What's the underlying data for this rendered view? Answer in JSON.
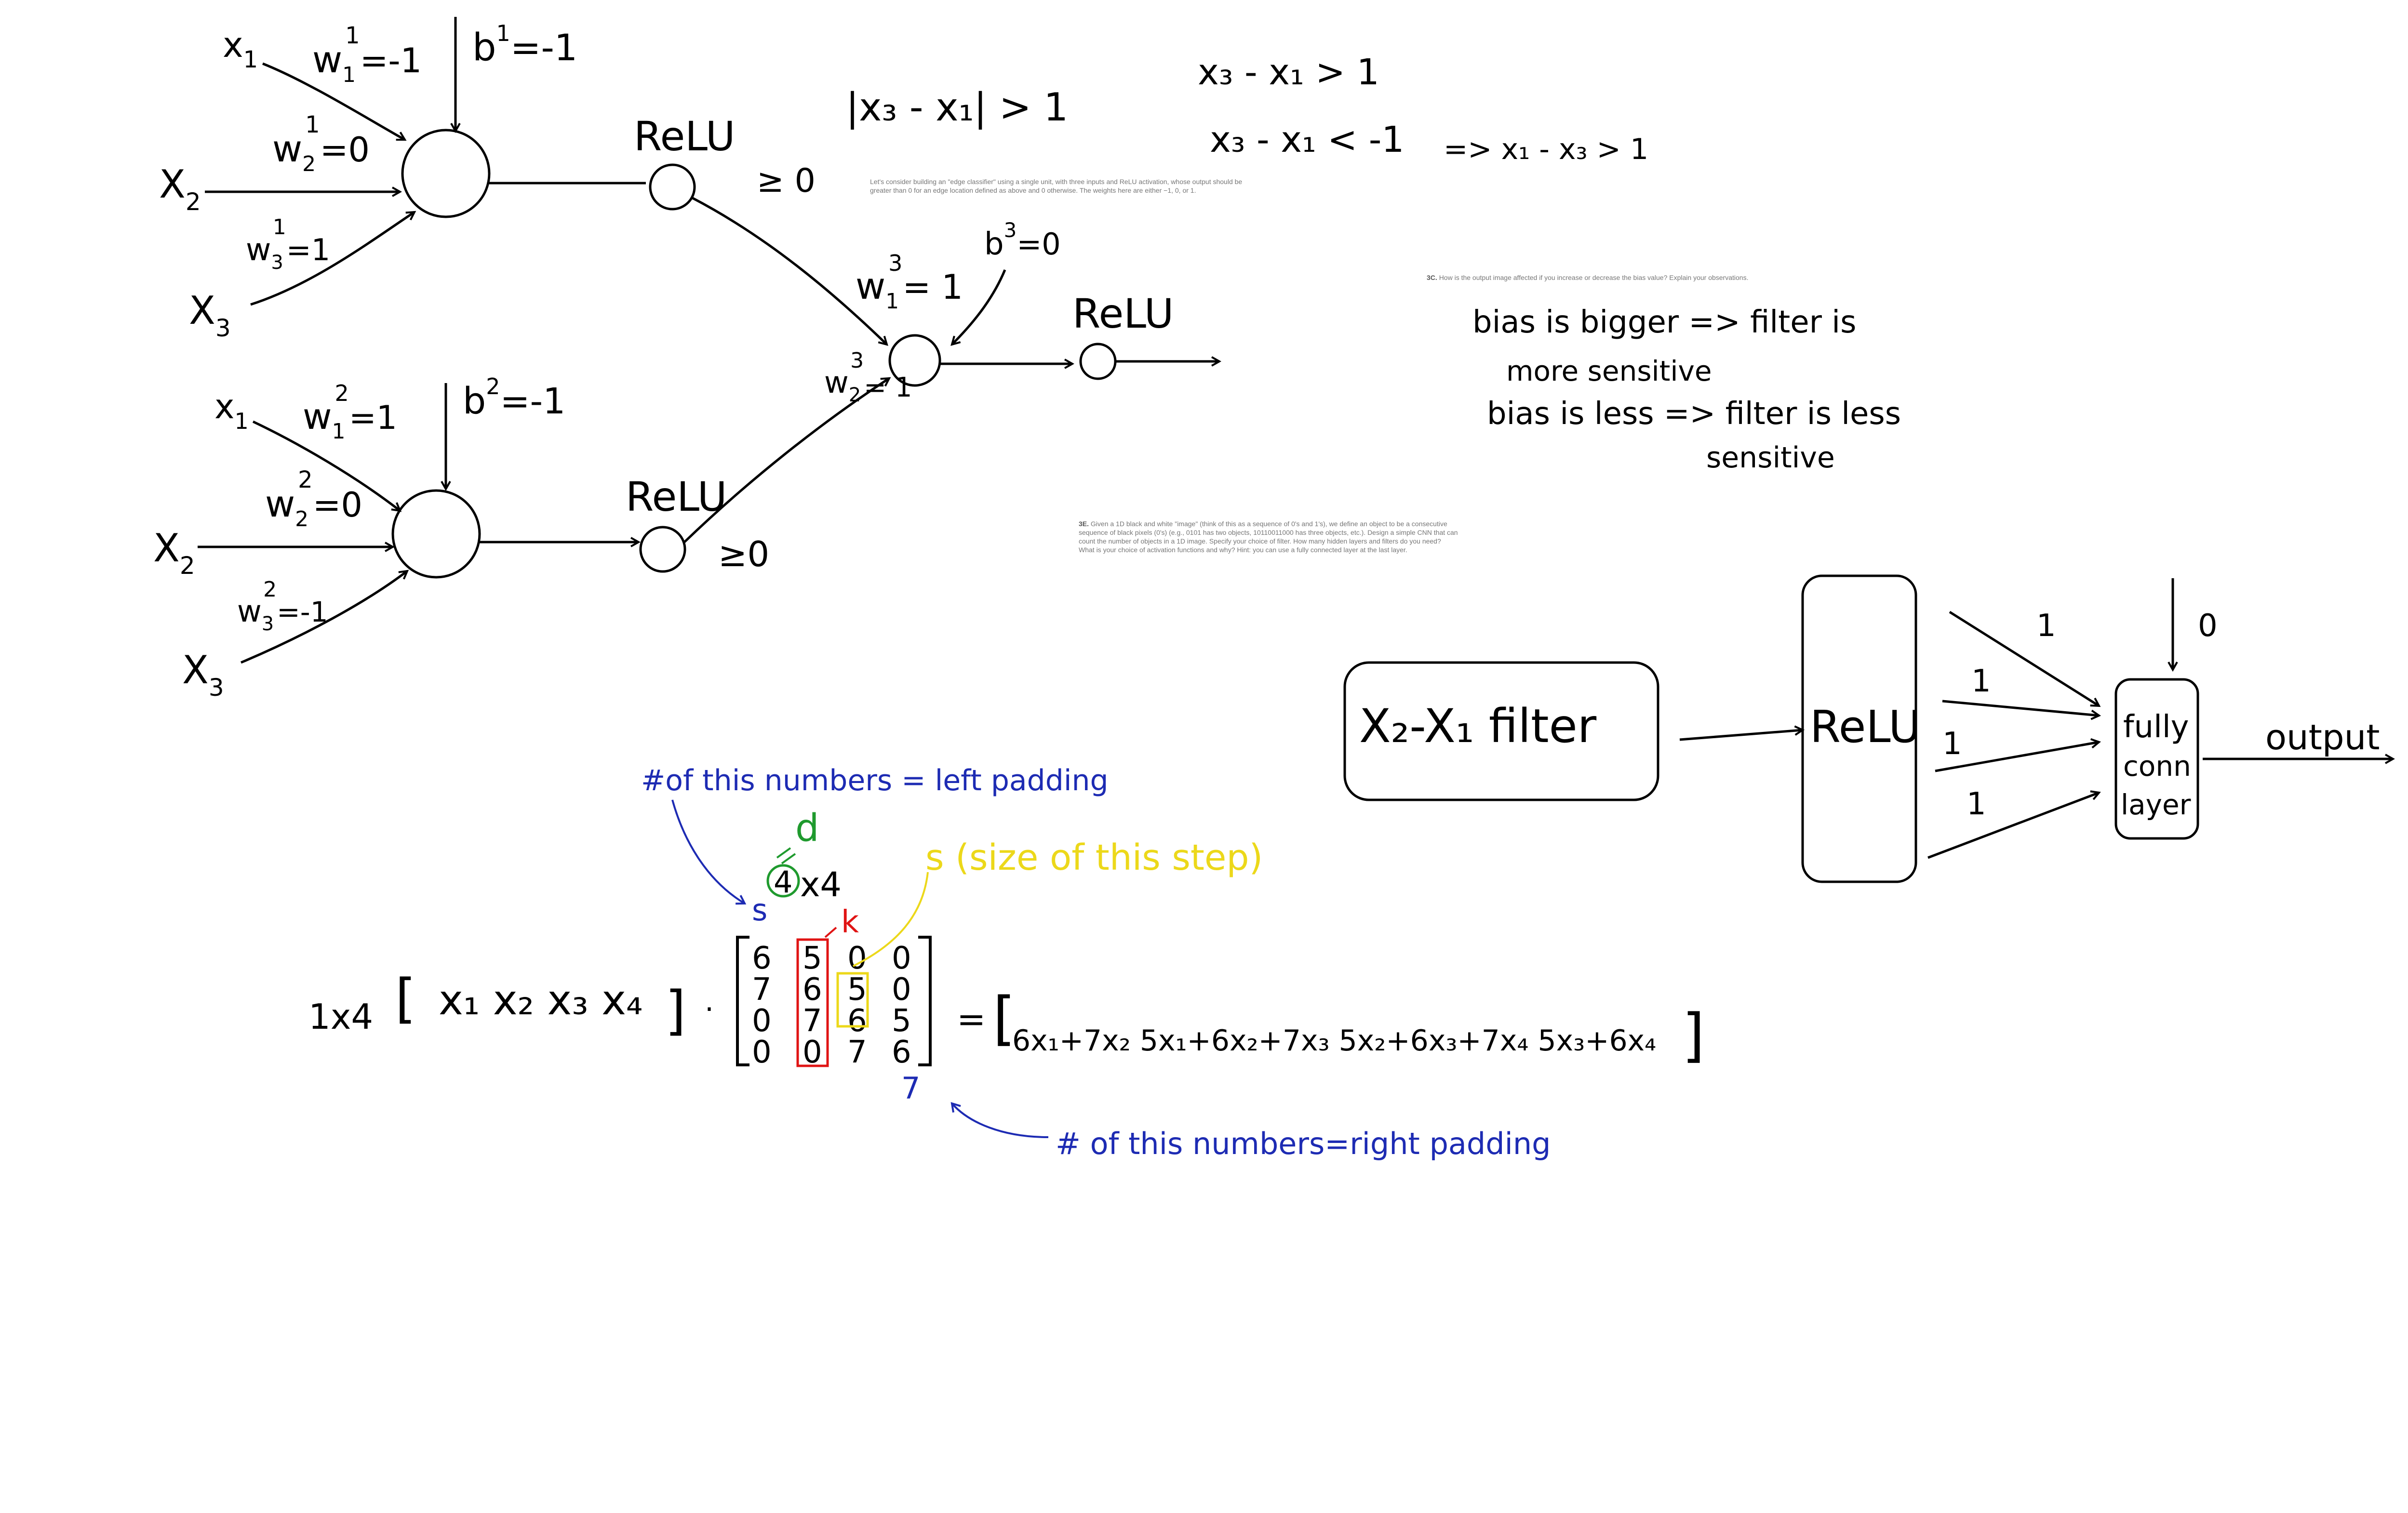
{
  "colors": {
    "ink": "#000000",
    "blue": "#1d2bb3",
    "green": "#1f9a2e",
    "yellow": "#ecd81a",
    "red": "#e01414",
    "note": "#777777"
  },
  "net": {
    "n1": {
      "x1": "x",
      "x1_sub": "1",
      "x2": "X",
      "x2_sub": "2",
      "x3": "X",
      "x3_sub": "3",
      "w1": "w",
      "w1_sub": "1",
      "w1_sup": "1",
      "w1_val": "=-1",
      "w2": "w",
      "w2_sub": "2",
      "w2_sup": "1",
      "w2_val": "=0",
      "w3": "w",
      "w3_sub": "3",
      "w3_sup": "1",
      "w3_val": "=1",
      "b": "b",
      "b_sup": "1",
      "b_val": "=-1",
      "relu": "ReLU",
      "ge": "≥ 0"
    },
    "n2": {
      "x1": "x",
      "x1_sub": "1",
      "x2": "X",
      "x2_sub": "2",
      "x3": "X",
      "x3_sub": "3",
      "w1": "w",
      "w1_sub": "1",
      "w1_sup": "2",
      "w1_val": "=1",
      "w2": "w",
      "w2_sub": "2",
      "w2_sup": "2",
      "w2_val": "=0",
      "w3": "w",
      "w3_sub": "3",
      "w3_sup": "2",
      "w3_val": "=-1",
      "b": "b",
      "b_sup": "2",
      "b_val": "=-1",
      "relu": "ReLU",
      "ge": "≥0"
    },
    "n3": {
      "w1": "w",
      "w1_sub": "1",
      "w1_sup": "3",
      "w1_val": "= 1",
      "w2": "w",
      "w2_sub": "2",
      "w2_sup": "3",
      "w2_val": "= 1",
      "b": "b",
      "b_sup": "3",
      "b_val": "=0",
      "relu": "ReLU"
    }
  },
  "conditions": {
    "abs": "|x₃ - x₁| > 1",
    "c1": "x₃ - x₁ > 1",
    "c2": "x₃ - x₁ < -1",
    "implies": "=> x₁ - x₃ > 1"
  },
  "notes": {
    "edge_note_line1": "Let's consider building an \"edge classifier\" using a single unit, with three inputs and ReLU activation, whose output should be",
    "edge_note_line2": "greater than 0 for an edge location defined as above and 0 otherwise. The weights here are either −1, 0, or 1.",
    "q3c_label": "3C.",
    "q3c_text": "How is the output image affected if you increase or decrease the bias value? Explain your observations.",
    "q3e_label": "3E.",
    "q3e_l1": "Given a 1D black and white \"image\" (think of this as a sequence of 0's and 1's), we define an object to be a consecutive",
    "q3e_l2": "sequence of black pixels (0's) (e.g., 0101 has two objects, 10110011000 has three objects, etc.). Design a simple CNN that can",
    "q3e_l3": "count the number of objects in a 1D image. Specify your choice of filter. How many hidden layers and filters do you need?",
    "q3e_l4": "What is your choice of activation functions and why? Hint: you can use a fully connected layer at the last layer."
  },
  "bias_answer": {
    "l1": "bias is bigger => filter is",
    "l2": "more sensitive",
    "l3": "bias is less => filter is less",
    "l4": "sensitive"
  },
  "cnn": {
    "filter": "X₂-X₁ filter",
    "relu": "ReLU",
    "fc_l1": "fully",
    "fc_l2": "conn",
    "fc_l3": "layer",
    "bias": "0",
    "w1": "1",
    "w2": "1",
    "w3": "1",
    "w4": "1",
    "output": "output"
  },
  "matrix_eq": {
    "lhs_dim": "1x4",
    "vector": "x₁ x₂ x₃  x₄",
    "mat_dim_rows": "4",
    "mat_dim_cols": "x4",
    "rows": [
      [
        "6",
        "5",
        "0",
        "0"
      ],
      [
        "7",
        "6",
        "5",
        "0"
      ],
      [
        "0",
        "7",
        "6",
        "5"
      ],
      [
        "0",
        "0",
        "7",
        "6"
      ]
    ],
    "result": "6x₁+7x₂   5x₁+6x₂+7x₃   5x₂+6x₃+7x₄   5x₃+6x₄",
    "blue_s": "s",
    "blue_7": "7",
    "green_d": "d",
    "red_k": "k",
    "left_pad_note": "#of this numbers = left padding",
    "right_pad_note": "# of this numbers=right padding",
    "step_note": "s (size of this step)"
  }
}
